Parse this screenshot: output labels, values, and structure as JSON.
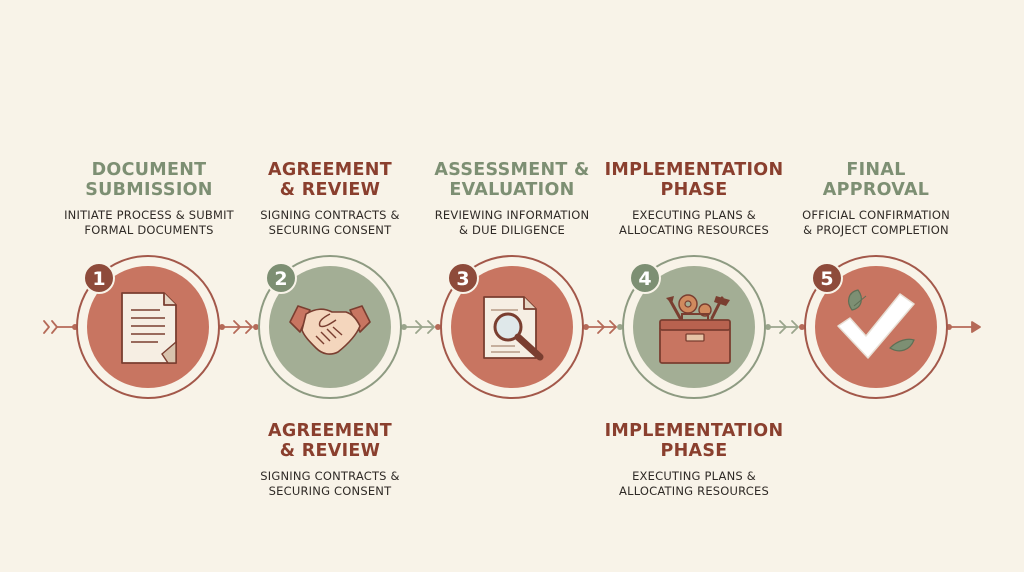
{
  "colors": {
    "background": "#f8f3e8",
    "terracotta": "#c87561",
    "terracotta_dark": "#8e4b3b",
    "sage": "#a3ae95",
    "sage_dark": "#7d8f73",
    "title_green": "#7d8f73",
    "title_brown": "#8a3f2e"
  },
  "steps": [
    {
      "number": "1",
      "title_line1": "DOCUMENT",
      "title_line2": "SUBMISSION",
      "desc_line1": "INITIATE PROCESS & SUBMIT",
      "desc_line2": "FORMAL DOCUMENTS",
      "icon": "document-icon",
      "theme": "terracotta"
    },
    {
      "number": "2",
      "title_line1": "AGREEMENT",
      "title_line2": "& REVIEW",
      "desc_line1": "SIGNING CONTRACTS &",
      "desc_line2": "SECURING CONSENT",
      "icon": "handshake-icon",
      "theme": "sage"
    },
    {
      "number": "3",
      "title_line1": "ASSESSMENT &",
      "title_line2": "EVALUATION",
      "desc_line1": "REVIEWING INFORMATION",
      "desc_line2": "& DUE DILIGENCE",
      "icon": "magnifier-document-icon",
      "theme": "terracotta"
    },
    {
      "number": "4",
      "title_line1": "IMPLEMENTATION",
      "title_line2": "PHASE",
      "desc_line1": "EXECUTING PLANS &",
      "desc_line2": "ALLOCATING RESOURCES",
      "icon": "toolbox-icon",
      "theme": "sage"
    },
    {
      "number": "5",
      "title_line1": "FINAL",
      "title_line2": "APPROVAL",
      "desc_line1": "OFFICIAL CONFIRMATION",
      "desc_line2": "& PROJECT COMPLETION",
      "icon": "checkmark-leaves-icon",
      "theme": "terracotta"
    }
  ],
  "lower_labels": [
    {
      "title_line1": "AGREEMENT",
      "title_line2": "& REVIEW",
      "desc_line1": "SIGNING CONTRACTS &",
      "desc_line2": "SECURING CONSENT"
    },
    {
      "title_line1": "IMPLEMENTATION",
      "title_line2": "PHASE",
      "desc_line1": "EXECUTING PLANS &",
      "desc_line2": "ALLOCATING RESOURCES"
    }
  ]
}
